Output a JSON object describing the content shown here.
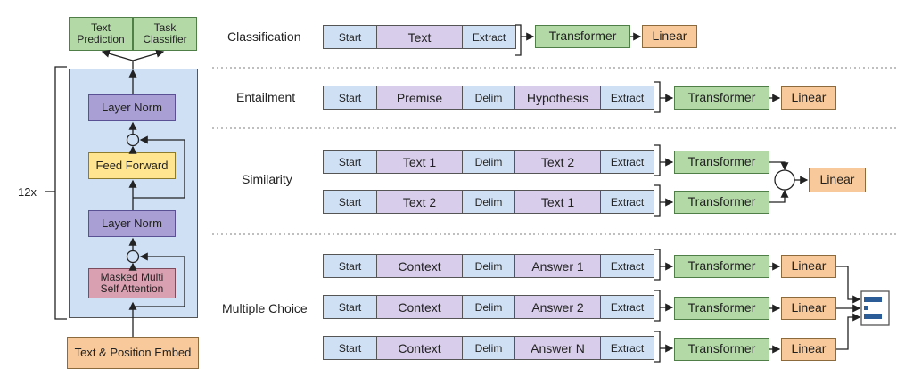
{
  "architecture": {
    "repeat_label": "12x",
    "outputs": {
      "text_prediction": "Text\nPrediction",
      "task_classifier": "Task\nClassifier"
    },
    "layer_norm_top": "Layer Norm",
    "feed_forward": "Feed Forward",
    "layer_norm_bottom": "Layer Norm",
    "attention": "Masked Multi\nSelf Attention",
    "embed": "Text & Position Embed",
    "plus_symbol": "+"
  },
  "tokens": {
    "start": "Start",
    "delim": "Delim",
    "extract": "Extract"
  },
  "tasks": {
    "classification": {
      "label": "Classification",
      "text": "Text"
    },
    "entailment": {
      "label": "Entailment",
      "premise": "Premise",
      "hypothesis": "Hypothesis"
    },
    "similarity": {
      "label": "Similarity",
      "row1": [
        "Text 1",
        "Text 2"
      ],
      "row2": [
        "Text 2",
        "Text 1"
      ]
    },
    "multiple_choice": {
      "label": "Multiple Choice",
      "context": "Context",
      "answers": [
        "Answer 1",
        "Answer 2",
        "Answer N"
      ]
    }
  },
  "blocks": {
    "transformer": "Transformer",
    "linear": "Linear",
    "plus": "+"
  },
  "colors": {
    "green": "#b3d9a7",
    "purple": "#a99fd4",
    "yellow": "#ffe58f",
    "pink": "#d9a0b1",
    "orange": "#f8c99b",
    "blue": "#cfe0f4",
    "lavender": "#d8cdea"
  }
}
